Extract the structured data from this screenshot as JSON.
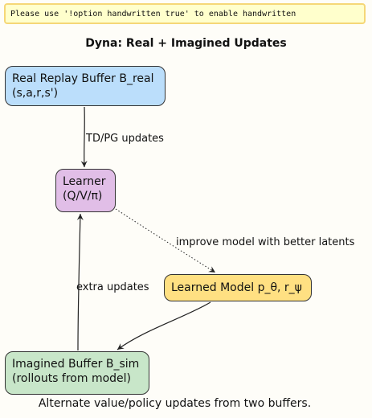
{
  "warning": "Please use '!option handwritten true' to enable handwritten",
  "title": "Dyna: Real + Imagined Updates",
  "nodes": {
    "real": {
      "line1": "Real Replay Buffer B_real",
      "line2": "(s,a,r,s')",
      "color": "#bbdefb"
    },
    "learner": {
      "line1": "Learner",
      "line2": "(Q/V/π)",
      "color": "#e1bee7"
    },
    "model": {
      "line1": "Learned Model p_θ, r_ψ",
      "color": "#ffe082"
    },
    "imagined": {
      "line1": "Imagined Buffer B_sim",
      "line2": "(rollouts from model)",
      "color": "#c8e6c9"
    }
  },
  "edges": {
    "real_to_learner": "TD/PG updates",
    "learner_to_model": "improve model with better latents",
    "imagined_to_learner": "extra updates"
  },
  "footer": "Alternate value/policy updates from two buffers."
}
